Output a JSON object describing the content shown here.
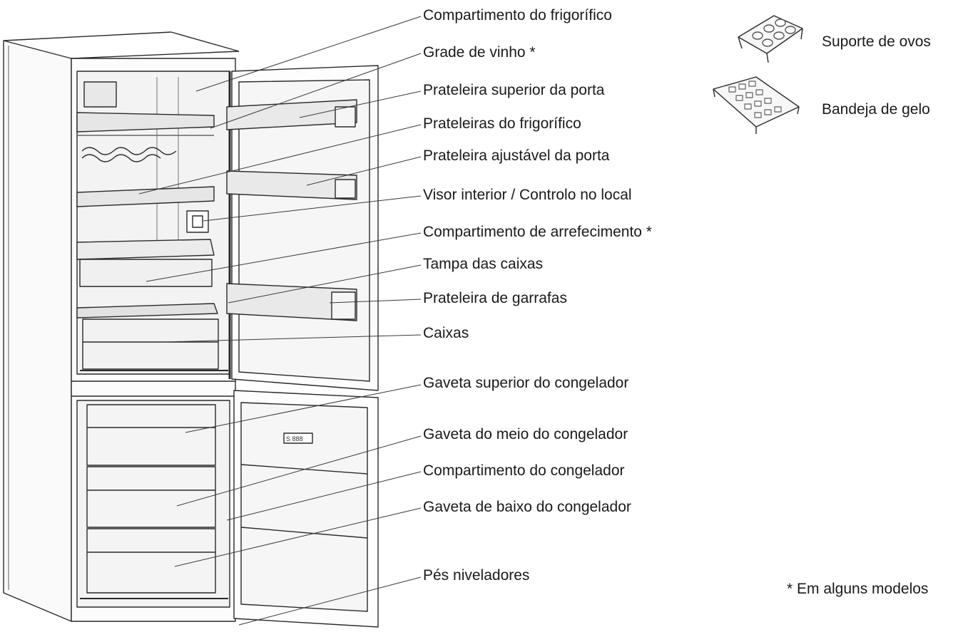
{
  "labels": [
    {
      "id": "fridge-compartment",
      "text": "Compartimento do frigorífico"
    },
    {
      "id": "wine-rack",
      "text": "Grade de vinho *"
    },
    {
      "id": "upper-door-shelf",
      "text": "Prateleira superior da porta"
    },
    {
      "id": "fridge-shelves",
      "text": "Prateleiras do frigorífico"
    },
    {
      "id": "adjustable-door-shelf",
      "text": "Prateleira ajustável da porta"
    },
    {
      "id": "interior-display",
      "text": "Visor interior / Controlo no local"
    },
    {
      "id": "chill-compartment",
      "text": "Compartimento de arrefecimento *"
    },
    {
      "id": "crisper-cover",
      "text": "Tampa das caixas"
    },
    {
      "id": "bottle-shelf",
      "text": "Prateleira de garrafas"
    },
    {
      "id": "crispers",
      "text": "Caixas"
    },
    {
      "id": "freezer-top-drawer",
      "text": "Gaveta superior do congelador"
    },
    {
      "id": "freezer-middle-drawer",
      "text": "Gaveta do meio do congelador"
    },
    {
      "id": "freezer-compartment",
      "text": "Compartimento do congelador"
    },
    {
      "id": "freezer-bottom-drawer",
      "text": "Gaveta de baixo do congelador"
    },
    {
      "id": "leveling-feet",
      "text": "Pés niveladores"
    }
  ],
  "accessories": [
    {
      "id": "egg-holder",
      "text": "Suporte de ovos",
      "icon": "egg-tray-icon"
    },
    {
      "id": "ice-tray",
      "text": "Bandeja de gelo",
      "icon": "ice-tray-icon"
    }
  ],
  "footnote": "* Em alguns modelos",
  "door_display_text": "S 888"
}
